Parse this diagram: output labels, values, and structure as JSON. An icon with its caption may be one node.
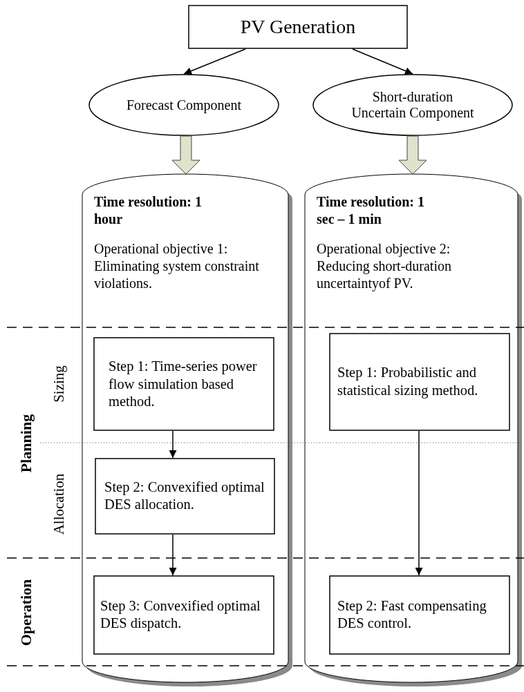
{
  "diagram": {
    "nodes": [
      {
        "text": [
          "PV Generation"
        ]
      },
      {
        "text": [
          "Forecast Component"
        ]
      },
      {
        "text": [
          "Short-duration Uncertain Component"
        ]
      },
      {
        "text": [
          "Time resolution: 1 hour",
          "Operational objective 1: Eliminating system constraint violations."
        ]
      },
      {
        "text": [
          "Time resolution: 1 sec – 1 min",
          "Operational objective 2: Reducing short-duration uncertaintyof PV."
        ]
      },
      {
        "text": [
          "Step 1: Time-series power flow simulation based method."
        ],
        "in": 3
      },
      {
        "text": [
          "Step 2: Convexified optimal DES allocation."
        ],
        "in": 3
      },
      {
        "text": [
          "Step 3: Convexified optimal DES dispatch."
        ],
        "in": 3
      },
      {
        "text": [
          "Step 1: Probabilistic and statistical sizing method."
        ],
        "in": 4
      },
      {
        "text": [
          "Step 2: Fast compensating DES control."
        ],
        "in": 4
      }
    ],
    "edges": [
      {
        "from": 0,
        "to": 1,
        "arrow": "to"
      },
      {
        "from": 0,
        "to": 2,
        "arrow": "to"
      },
      {
        "from": 1,
        "to": 3,
        "arrow": "to",
        "style": "thick",
        "color": "#dfe3cc"
      },
      {
        "from": 2,
        "to": 4,
        "arrow": "to",
        "style": "thick",
        "color": "#dfe3cc"
      },
      {
        "from": 5,
        "to": 6,
        "arrow": "to"
      },
      {
        "from": 6,
        "to": 7,
        "arrow": "to"
      },
      {
        "from": 8,
        "to": 9,
        "arrow": "to"
      }
    ],
    "labels": [
      "Planning",
      "Sizing",
      "Allocation",
      "Operation"
    ]
  }
}
